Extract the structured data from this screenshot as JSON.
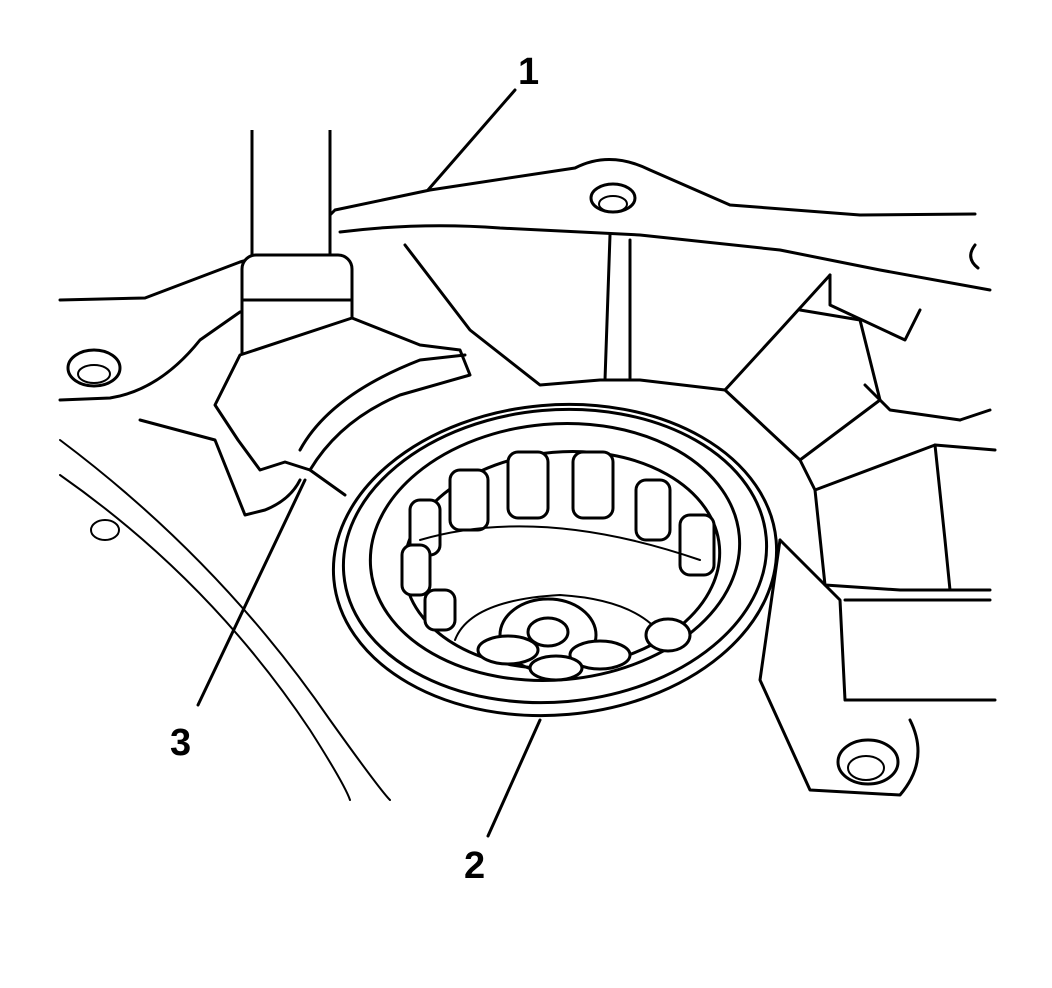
{
  "callouts": [
    {
      "label": "1",
      "target": "housing"
    },
    {
      "label": "2",
      "target": "seal"
    },
    {
      "label": "3",
      "target": "seal-remover-tool"
    }
  ]
}
